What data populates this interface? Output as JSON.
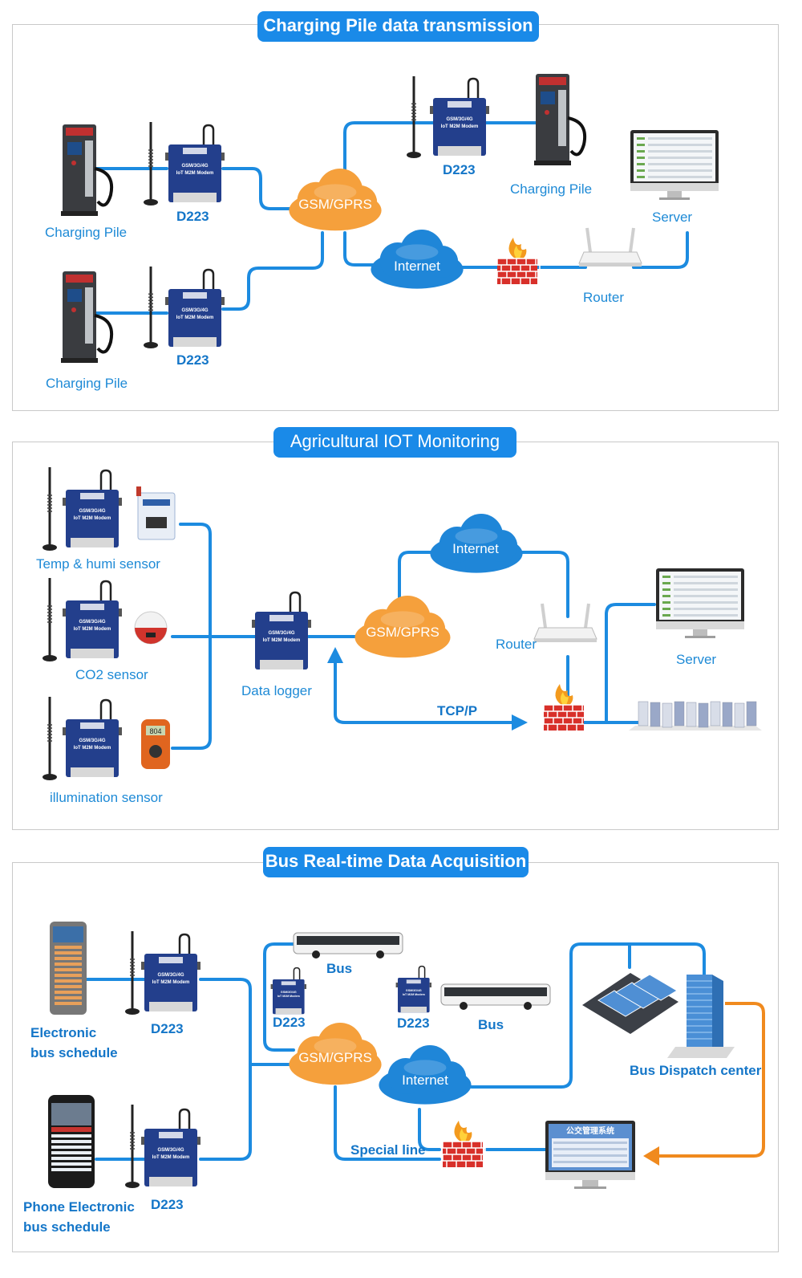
{
  "section1": {
    "title": "Charging Pile data transmission",
    "pile_label": "Charging Pile",
    "modem_label": "D223",
    "cloud_gsm": "GSM/GPRS",
    "cloud_internet": "Internet",
    "router": "Router",
    "server": "Server",
    "modem_text": [
      "GSM/3G/4G",
      "IoT M2M Modem"
    ]
  },
  "section2": {
    "title": "Agricultural IOT Monitoring",
    "temp_sensor": "Temp & humi sensor",
    "co2_sensor": "CO2 sensor",
    "illum_sensor": "illumination sensor",
    "data_logger": "Data logger",
    "cloud_gsm": "GSM/GPRS",
    "cloud_internet": "Internet",
    "router": "Router",
    "server": "Server",
    "tcpip": "TCP/P",
    "meter_value": "804"
  },
  "section3": {
    "title": "Bus Real-time Data Acquisition",
    "electronic_schedule": [
      "Electronic",
      "bus schedule"
    ],
    "phone_schedule": [
      "Phone Electronic",
      "bus schedule"
    ],
    "modem_label": "D223",
    "bus": "Bus",
    "cloud_gsm": "GSM/GPRS",
    "cloud_internet": "Internet",
    "special_line": "Special line",
    "dispatch": "Bus Dispatch center",
    "monitor_title": "公交管理系统"
  },
  "colors": {
    "line_blue": "#1c8be0",
    "title_blue": "#1a8ae8",
    "cloud_orange": "#f5a03c",
    "cloud_blue": "#1f86d8",
    "modem_blue": "#233f8c",
    "firewall_red": "#d8302a",
    "arrow_orange": "#f08a1e"
  }
}
